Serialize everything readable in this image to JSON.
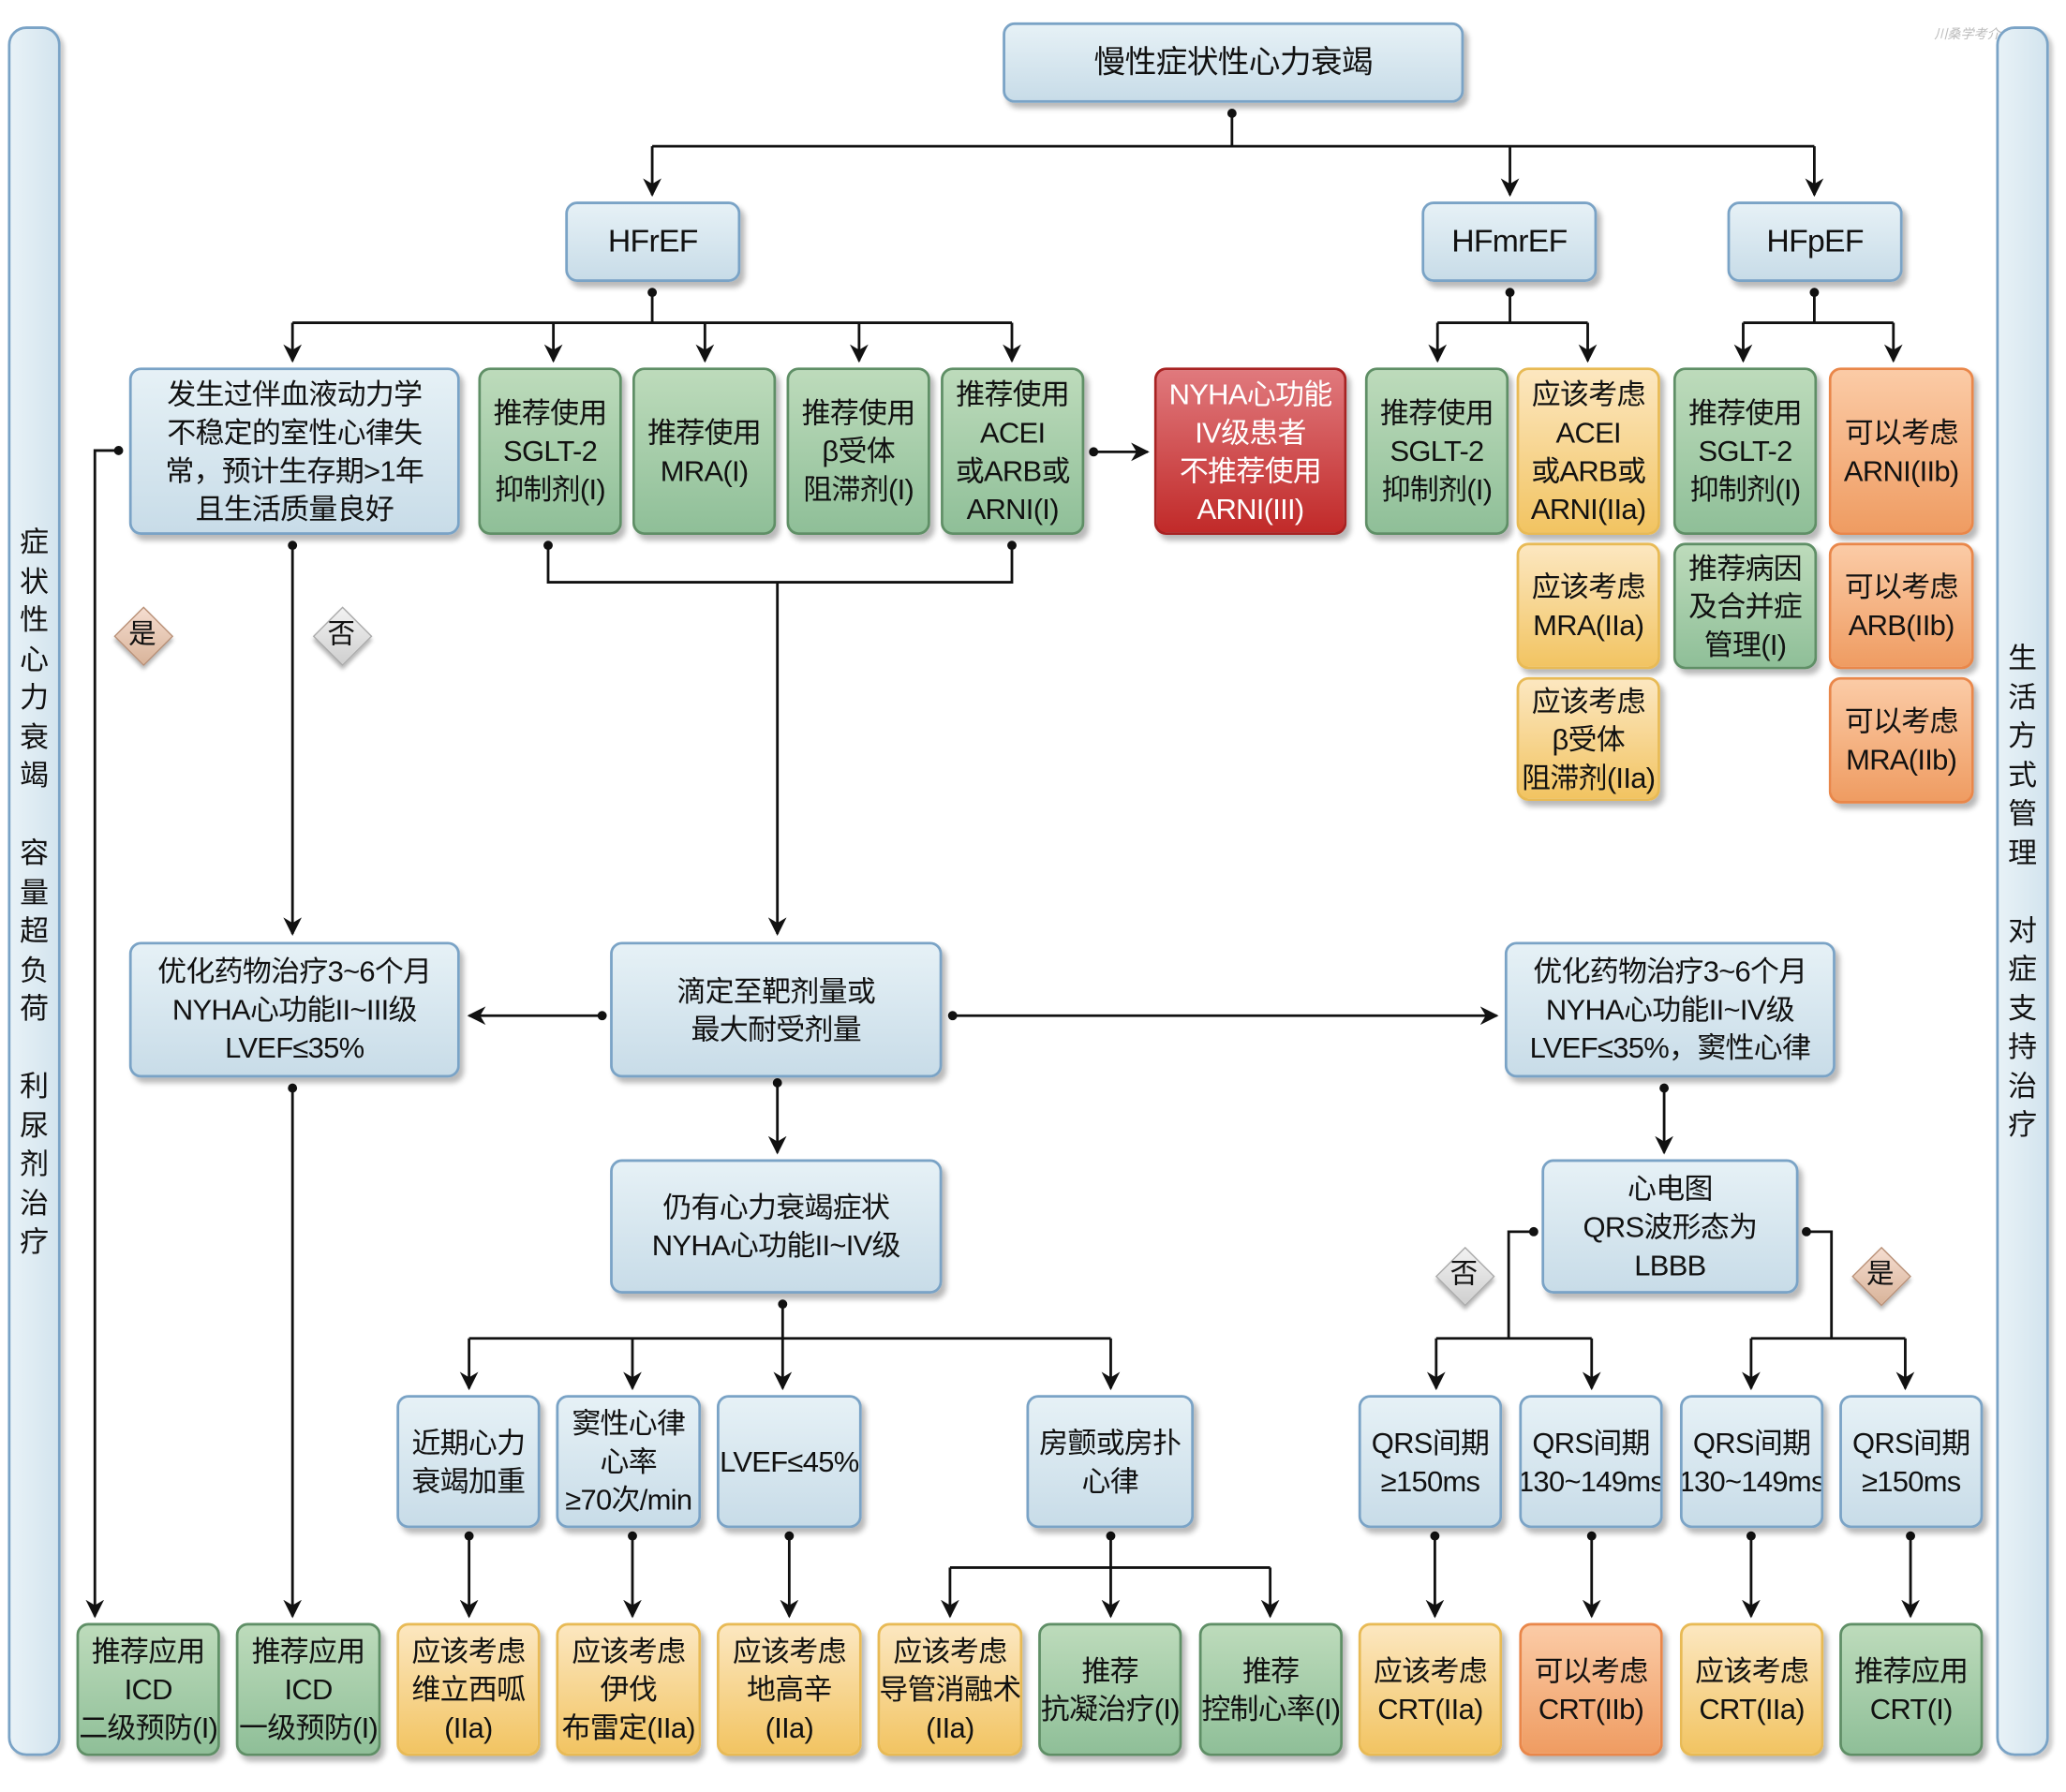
{
  "left_sidebar": {
    "text": "症\n状\n性\n心\n力\n衰\n竭\n\n容\n量\n超\n负\n荷\n\n利\n尿\n剂\n治\n疗"
  },
  "right_sidebar": {
    "text": "生\n活\n方\n式\n管\n理\n\n对\n症\n支\n持\n治\n疗"
  },
  "watermark": "川桑学考介",
  "colors": {
    "blue": "#c8dce8",
    "green": "#93c19b",
    "yellow": "#f2c462",
    "orange": "#ef9c62",
    "red": "#c12a29"
  },
  "decisions": {
    "yes": "是",
    "no": "否"
  },
  "boxes": {
    "root": {
      "color": "blue",
      "lines": [
        "慢性症状性心力衰竭"
      ]
    },
    "hfref": {
      "color": "blue",
      "lines": [
        "HFrEF"
      ]
    },
    "hfmref": {
      "color": "blue",
      "lines": [
        "HFmrEF"
      ]
    },
    "hfpef": {
      "color": "blue",
      "lines": [
        "HFpEF"
      ]
    },
    "arrhythmia": {
      "color": "blue",
      "lines": [
        "发生过伴血液动力学",
        "不稳定的室性心律失",
        "常，预计生存期>1年",
        "且生活质量良好"
      ]
    },
    "r_sglt2": {
      "color": "green",
      "lines": [
        "推荐使用",
        "SGLT-2",
        "抑制剂(I)"
      ]
    },
    "r_mra": {
      "color": "green",
      "lines": [
        "推荐使用",
        "MRA(I)"
      ]
    },
    "r_beta": {
      "color": "green",
      "lines": [
        "推荐使用",
        "β受体",
        "阻滞剂(I)"
      ]
    },
    "r_acei": {
      "color": "green",
      "lines": [
        "推荐使用",
        "ACEI",
        "或ARB或",
        "ARNI(I)"
      ]
    },
    "r_nyha4": {
      "color": "red",
      "lines": [
        "NYHA心功能",
        "IV级患者",
        "不推荐使用",
        "ARNI(III)"
      ]
    },
    "m_sglt2": {
      "color": "green",
      "lines": [
        "推荐使用",
        "SGLT-2",
        "抑制剂(I)"
      ]
    },
    "m_acei": {
      "color": "yellow",
      "lines": [
        "应该考虑",
        "ACEI",
        "或ARB或",
        "ARNI(IIa)"
      ]
    },
    "m_mra": {
      "color": "yellow",
      "lines": [
        "应该考虑",
        "MRA(IIa)"
      ]
    },
    "m_beta": {
      "color": "yellow",
      "lines": [
        "应该考虑",
        "β受体",
        "阻滞剂(IIa)"
      ]
    },
    "p_sglt2": {
      "color": "green",
      "lines": [
        "推荐使用",
        "SGLT-2",
        "抑制剂(I)"
      ]
    },
    "p_cause": {
      "color": "green",
      "lines": [
        "推荐病因",
        "及合并症",
        "管理(I)"
      ]
    },
    "p_arni": {
      "color": "orange",
      "lines": [
        "可以考虑",
        "ARNI(IIb)"
      ]
    },
    "p_arb": {
      "color": "orange",
      "lines": [
        "可以考虑",
        "ARB(IIb)"
      ]
    },
    "p_mra": {
      "color": "orange",
      "lines": [
        "可以考虑",
        "MRA(IIb)"
      ]
    },
    "opt_left": {
      "color": "blue",
      "lines": [
        "优化药物治疗3~6个月",
        "NYHA心功能II~III级",
        "LVEF≤35%"
      ]
    },
    "titrate": {
      "color": "blue",
      "lines": [
        "滴定至靶剂量或",
        "最大耐受剂量"
      ]
    },
    "opt_right": {
      "color": "blue",
      "lines": [
        "优化药物治疗3~6个月",
        "NYHA心功能II~IV级",
        "LVEF≤35%，窦性心律"
      ]
    },
    "still": {
      "color": "blue",
      "lines": [
        "仍有心力衰竭症状",
        "NYHA心功能II~IV级"
      ]
    },
    "ecg": {
      "color": "blue",
      "lines": [
        "心电图",
        "QRS波形态为",
        "LBBB"
      ]
    },
    "recent": {
      "color": "blue",
      "lines": [
        "近期心力",
        "衰竭加重"
      ]
    },
    "sinus": {
      "color": "blue",
      "lines": [
        "窦性心律",
        "心率",
        "≥70次/min"
      ]
    },
    "lvef45": {
      "color": "blue",
      "lines": [
        "LVEF≤45%"
      ]
    },
    "af": {
      "color": "blue",
      "lines": [
        "房颤或房扑",
        "心律"
      ]
    },
    "qrs1": {
      "color": "blue",
      "lines": [
        "QRS间期",
        "≥150ms"
      ]
    },
    "qrs2": {
      "color": "blue",
      "lines": [
        "QRS间期",
        "130~149ms"
      ]
    },
    "qrs3": {
      "color": "blue",
      "lines": [
        "QRS间期",
        "130~149ms"
      ]
    },
    "qrs4": {
      "color": "blue",
      "lines": [
        "QRS间期",
        "≥150ms"
      ]
    },
    "b_icd2": {
      "color": "green",
      "lines": [
        "推荐应用",
        "ICD",
        "二级预防(I)"
      ]
    },
    "b_icd1": {
      "color": "green",
      "lines": [
        "推荐应用",
        "ICD",
        "一级预防(I)"
      ]
    },
    "b_vericiguat": {
      "color": "yellow",
      "lines": [
        "应该考虑",
        "维立西呱",
        "(IIa)"
      ]
    },
    "b_ivabradine": {
      "color": "yellow",
      "lines": [
        "应该考虑",
        "伊伐",
        "布雷定(IIa)"
      ]
    },
    "b_digoxin": {
      "color": "yellow",
      "lines": [
        "应该考虑",
        "地高辛",
        "(IIa)"
      ]
    },
    "b_ablation": {
      "color": "yellow",
      "lines": [
        "应该考虑",
        "导管消融术",
        "(IIa)"
      ]
    },
    "b_anticoag": {
      "color": "green",
      "lines": [
        "推荐",
        "抗凝治疗(I)"
      ]
    },
    "b_rate": {
      "color": "green",
      "lines": [
        "推荐",
        "控制心率(I)"
      ]
    },
    "b_crt1": {
      "color": "yellow",
      "lines": [
        "应该考虑",
        "CRT(IIa)"
      ]
    },
    "b_crt2": {
      "color": "orange",
      "lines": [
        "可以考虑",
        "CRT(IIb)"
      ]
    },
    "b_crt3": {
      "color": "yellow",
      "lines": [
        "应该考虑",
        "CRT(IIa)"
      ]
    },
    "b_crt4": {
      "color": "green",
      "lines": [
        "推荐应用",
        "CRT(I)"
      ]
    }
  }
}
